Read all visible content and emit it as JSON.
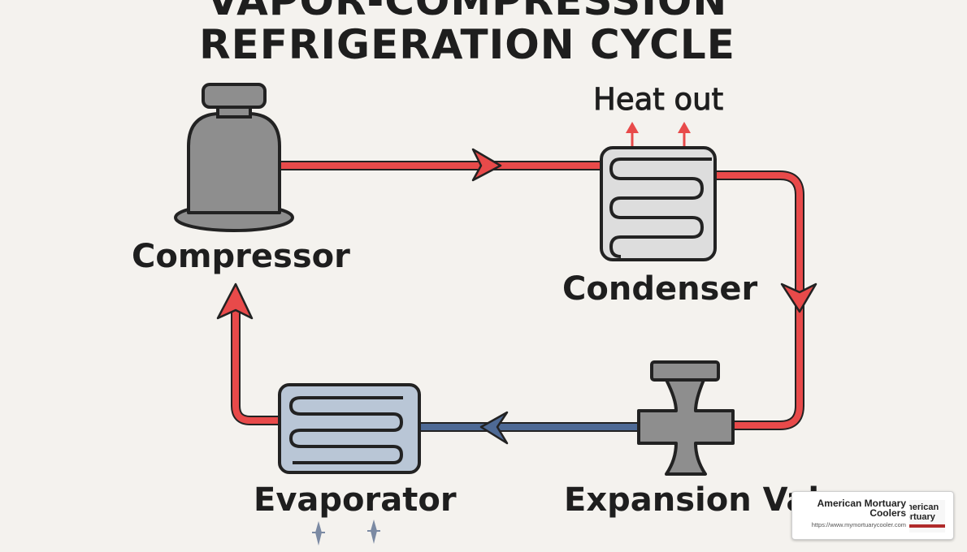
{
  "title": {
    "line1": "VAPOR-COMPRESSION",
    "line2": "REFRIGERATION CYCLE"
  },
  "components": {
    "compressor": "Compressor",
    "condenser": "Condenser",
    "expansion_valve": "Expansion Valv",
    "evaporator": "Evaporator"
  },
  "annotations": {
    "heat_out": "Heat out"
  },
  "colors": {
    "hot_line": "#e84a4a",
    "cold_line": "#4e6a95",
    "component_gray": "#8e8e8e",
    "coil_panel": "#dddddd",
    "evaporator_panel": "#b9c6d6",
    "outline": "#222222",
    "background": "#f4f2ee"
  },
  "watermark": {
    "name": "American Mortuary Coolers",
    "url": "https://www.mymortuarycooler.com",
    "logo_text_1": "merican",
    "logo_text_2": "ortuary"
  },
  "icons": [
    "compressor-icon",
    "condenser-coil-icon",
    "expansion-valve-icon",
    "evaporator-coil-icon",
    "heat-arrow-icon",
    "flow-arrow-icon"
  ]
}
